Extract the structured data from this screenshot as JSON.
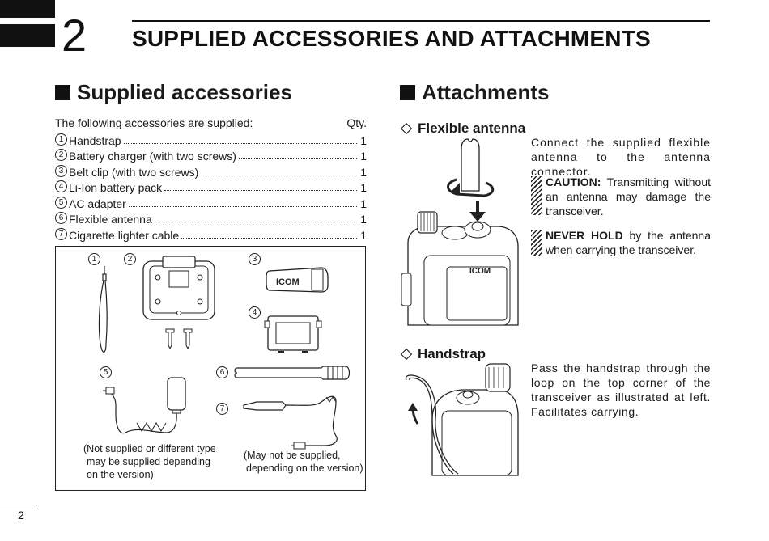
{
  "header": {
    "chapter_number": "2",
    "chapter_title": "SUPPLIED ACCESSORIES AND ATTACHMENTS"
  },
  "supplied": {
    "heading": "Supplied accessories",
    "intro": "The following accessories are supplied:",
    "qty_header": "Qty.",
    "items": [
      {
        "num": "1",
        "name": "Handstrap",
        "qty": "1"
      },
      {
        "num": "2",
        "name": "Battery charger (with two screws)",
        "qty": "1"
      },
      {
        "num": "3",
        "name": "Belt clip (with two screws)",
        "qty": "1"
      },
      {
        "num": "4",
        "name": "Li-Ion battery pack",
        "qty": "1"
      },
      {
        "num": "5",
        "name": "AC adapter",
        "qty": "1"
      },
      {
        "num": "6",
        "name": "Flexible antenna",
        "qty": "1"
      },
      {
        "num": "7",
        "name": "Cigarette lighter cable",
        "qty": "1"
      }
    ],
    "illustration": {
      "labels": [
        "1",
        "2",
        "3",
        "4",
        "5",
        "6",
        "7"
      ],
      "brand_text": "ICOM",
      "note_adapter": [
        "(Not supplied or different type",
        "may be supplied depending",
        "on the version)"
      ],
      "note_cigarette": [
        "(May not be supplied,",
        "depending on the version)"
      ]
    }
  },
  "attachments": {
    "heading": "Attachments",
    "antenna": {
      "heading": "Flexible antenna",
      "text": "Connect the supplied flexible antenna to the antenna connector.",
      "caution_label": "CAUTION:",
      "caution_text": " Transmitting without an antenna may damage the transceiver.",
      "never_label": "NEVER HOLD",
      "never_text": " by the antenna when carrying the transceiver.",
      "brand_text": "ICOM"
    },
    "handstrap": {
      "heading": "Handstrap",
      "text": "Pass the handstrap through the loop on the top corner of the transceiver as illustrated at left. Facilitates carrying."
    }
  },
  "footer": {
    "page_number": "2"
  }
}
